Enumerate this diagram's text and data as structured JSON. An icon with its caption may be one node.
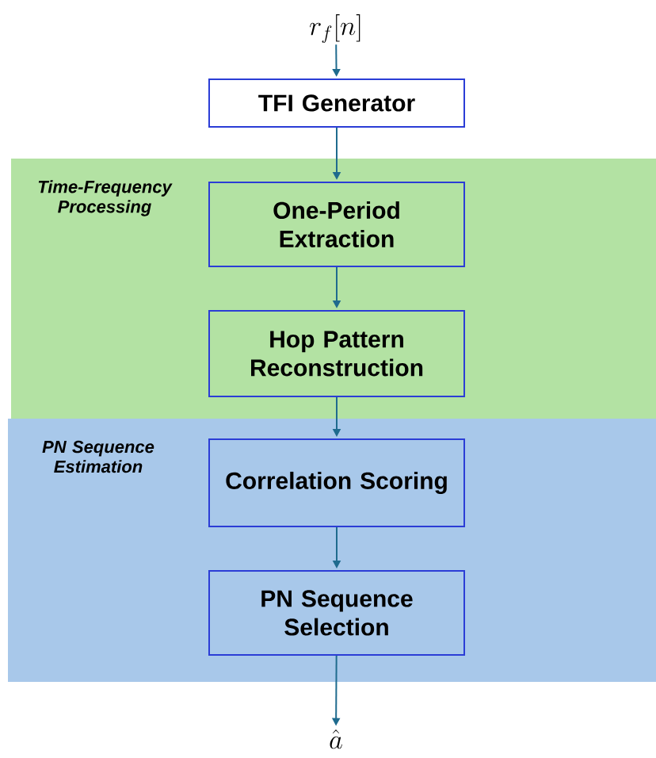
{
  "diagram": {
    "nodes": [
      {
        "text": [
          "r_f[n]"
        ]
      },
      {
        "text": [
          "TFI Generator"
        ]
      },
      {
        "text": [
          "Time-Frequency Processing"
        ]
      },
      {
        "text": [
          "One-Period Extraction"
        ],
        "in": 2
      },
      {
        "text": [
          "Hop Pattern Reconstruction"
        ],
        "in": 2
      },
      {
        "text": [
          "PN Sequence Estimation"
        ]
      },
      {
        "text": [
          "Correlation Scoring"
        ],
        "in": 5
      },
      {
        "text": [
          "PN Sequence Selection"
        ],
        "in": 5
      },
      {
        "text": [
          "\\hat{a}"
        ]
      }
    ],
    "edges": [
      {
        "from": 0,
        "to": 1,
        "arrow": "to"
      },
      {
        "from": 1,
        "to": 3,
        "arrow": "to"
      },
      {
        "from": 3,
        "to": 4,
        "arrow": "to"
      },
      {
        "from": 4,
        "to": 6,
        "arrow": "to"
      },
      {
        "from": 6,
        "to": 7,
        "arrow": "to"
      },
      {
        "from": 7,
        "to": 8,
        "arrow": "to"
      }
    ]
  }
}
